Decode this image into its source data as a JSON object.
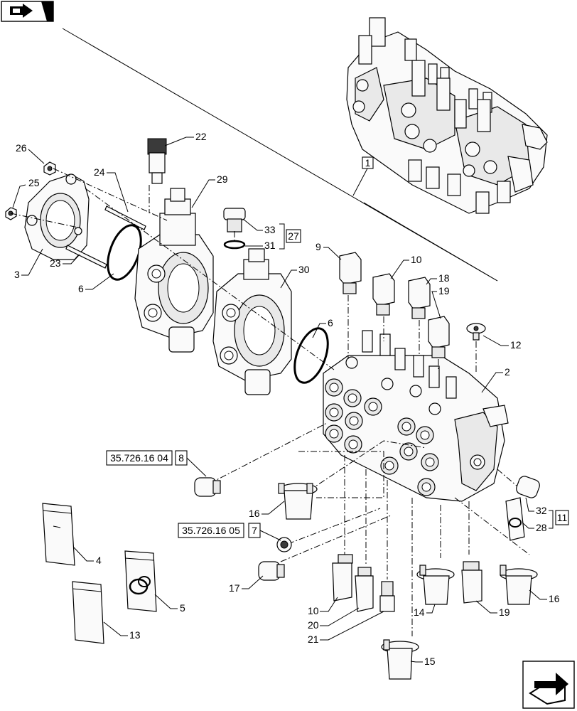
{
  "icons": {
    "top_left": "book-arrow-icon",
    "bottom_right": "next-page-arrow-icon"
  },
  "refs": {
    "ref_8": {
      "code": "35.726.16 04",
      "num": "8"
    },
    "ref_7": {
      "code": "35.726.16 05",
      "num": "7"
    },
    "ref_1": {
      "num": "1"
    },
    "ref_27": {
      "num": "27"
    },
    "ref_11": {
      "num": "11"
    }
  },
  "callouts": {
    "c26": "26",
    "c25": "25",
    "c24": "24",
    "c22": "22",
    "c29": "29",
    "c3": "3",
    "c23": "23",
    "c6a": "6",
    "c33": "33",
    "c31": "31",
    "c9": "9",
    "c10a": "10",
    "c18": "18",
    "c19a": "19",
    "c30": "30",
    "c6b": "6",
    "c12": "12",
    "c2": "2",
    "c16a": "16",
    "c4": "4",
    "c5": "5",
    "c13": "13",
    "c17": "17",
    "c10b": "10",
    "c20": "20",
    "c21": "21",
    "c14": "14",
    "c19b": "19",
    "c16b": "16",
    "c15": "15",
    "c32": "32",
    "c28": "28"
  }
}
